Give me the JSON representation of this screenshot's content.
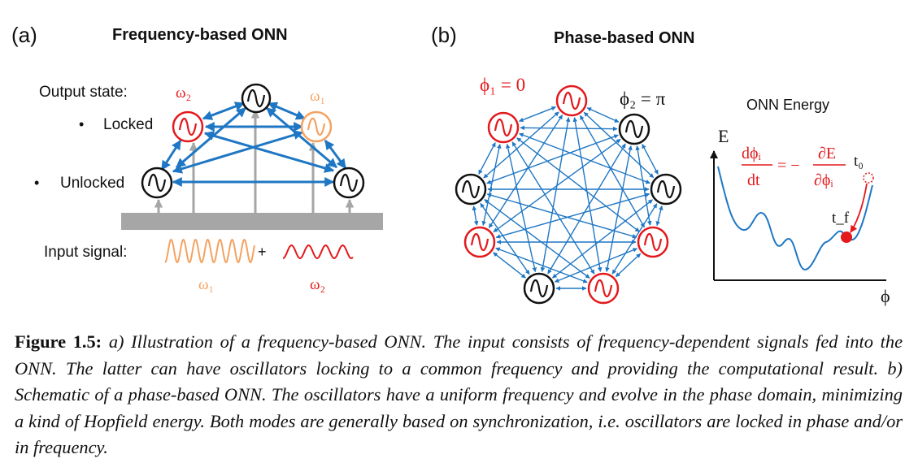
{
  "panel_a": {
    "label": "(a)",
    "title": "Frequency-based ONN",
    "output_state": "Output state:",
    "locked": "Locked",
    "unlocked": "Unlocked",
    "bullet": "•",
    "input_signal": "Input signal:",
    "plus": "+",
    "omega1_top": "ω₁",
    "omega2_top": "ω₂",
    "omega1_bottom": "ω₁",
    "omega2_bottom": "ω₂"
  },
  "panel_b": {
    "label": "(b)",
    "title": "Phase-based ONN",
    "phi1": "ϕ₁ = 0",
    "phi2": "ϕ₂ = π",
    "energy_title": "ONN Energy",
    "axis_e": "E",
    "axis_phi": "ϕ",
    "eq_num_left": "dϕᵢ",
    "eq_den_left": "dt",
    "eq_mid": "= −",
    "eq_num_right": "∂E",
    "eq_den_right": "∂ϕᵢ",
    "t0": "t₀",
    "tf": "t_f"
  },
  "colors": {
    "red": "#e3191c",
    "orange": "#f4a261",
    "blue": "#1f77c4",
    "gray": "#a6a6a6",
    "black": "#111111"
  },
  "caption": {
    "label": "Figure 1.5:",
    "text": "a) Illustration of a frequency-based ONN. The input consists of frequency-dependent signals fed into the ONN. The latter can have oscillators locking to a common frequency and providing the computational result. b) Schematic of a phase-based ONN. The oscillators have a uniform frequency and evolve in the phase domain, minimizing a kind of Hopfield energy. Both modes are generally based on synchronization, i.e. oscillators are locked in phase and/or in frequency."
  }
}
